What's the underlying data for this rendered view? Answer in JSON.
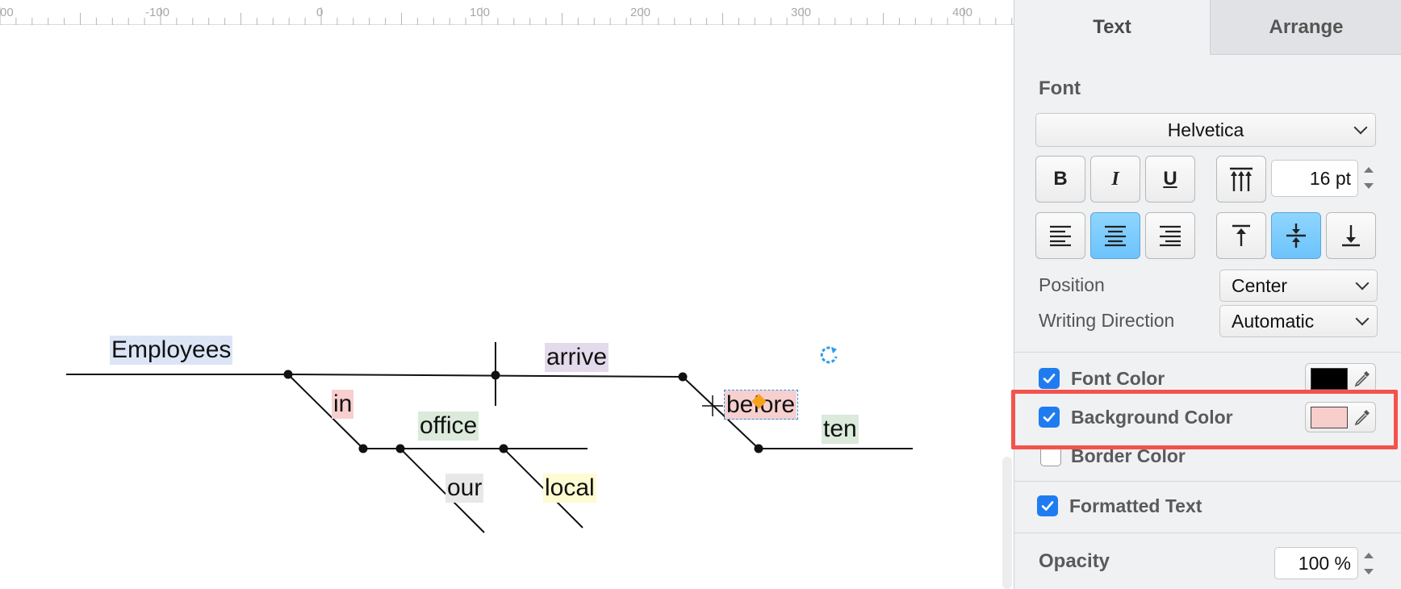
{
  "ruler": {
    "labels": [
      "00",
      "-100",
      "0",
      "100",
      "200",
      "300",
      "400"
    ]
  },
  "diagram": {
    "words": {
      "employees": "Employees",
      "in": "in",
      "arrive": "arrive",
      "office": "office",
      "our": "our",
      "local": "local",
      "before": "before",
      "ten": "ten"
    },
    "selected_word": "before"
  },
  "panel": {
    "tabs": [
      {
        "label": "Text",
        "active": true
      },
      {
        "label": "Arrange",
        "active": false
      }
    ],
    "font_section": {
      "title": "Font",
      "font_family": "Helvetica",
      "style_buttons": [
        "B",
        "I",
        "U"
      ],
      "font_size": "16 pt",
      "align_left_active": false,
      "align_center_active": true,
      "align_right_active": false,
      "valign_top_active": false,
      "valign_middle_active": true,
      "valign_bottom_active": false,
      "position_label": "Position",
      "position_value": "Center",
      "writing_direction_label": "Writing Direction",
      "writing_direction_value": "Automatic"
    },
    "colors_section": {
      "font_color": {
        "label": "Font Color",
        "checked": true,
        "color": "#000000"
      },
      "background_color": {
        "label": "Background Color",
        "checked": true,
        "color": "#f8cecc"
      },
      "border_color": {
        "label": "Border Color",
        "checked": false
      }
    },
    "formatted_text": {
      "label": "Formatted Text",
      "checked": true
    },
    "opacity": {
      "label": "Opacity",
      "value": "100 %"
    }
  },
  "colors": {
    "accent_blue": "#1f7cf0",
    "highlight_red": "#f4524d",
    "selection_dash": "#2e8fe0",
    "handle_orange": "#f7a21b"
  }
}
